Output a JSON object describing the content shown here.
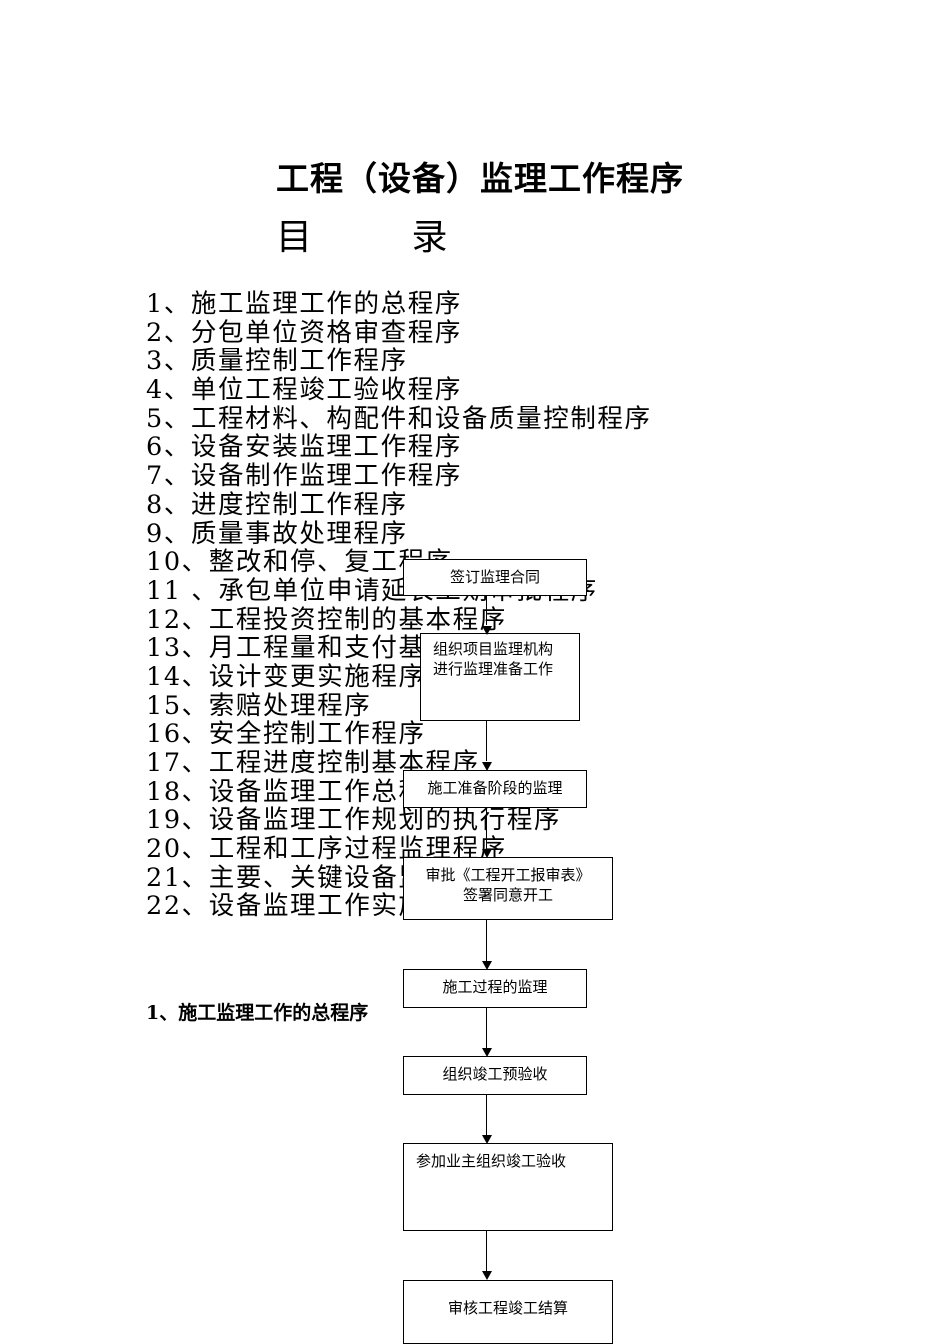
{
  "document": {
    "title": "工程（设备）监理工作程序",
    "subtitle": "目 录"
  },
  "toc": [
    "1、施工监理工作的总程序",
    "2、分包单位资格审查程序",
    "3、质量控制工作程序",
    "4、单位工程竣工验收程序",
    "5、工程材料、构配件和设备质量控制程序",
    "6、设备安装监理工作程序",
    "7、设备制作监理工作程序",
    "8、进度控制工作程序",
    "9、质量事故处理程序",
    "10、整改和停、复工程序",
    "11 、承包单位申请延长工期审批程序",
    "12、工程投资控制的基本程序",
    "13、月工程量和支付基本程序",
    "14、设计变更实施程序",
    "15、索赔处理程序",
    "16、安全控制工作程序",
    "17、工程进度控制基本程序",
    "18、设备监理工作总程序",
    "19、设备监理工作规划的执行程序",
    "20、工程和工序过程监理程序",
    "21、主要、关键设备监理程序",
    "22、设备监理工作实施程序"
  ],
  "section": {
    "heading": "1、施工监理工作的总程序"
  },
  "flowchart": {
    "steps": [
      "签订监理合同",
      "组织项目监理机构\n进行监理准备工作",
      "施工准备阶段的监理",
      "审批《工程开工报审表》\n签署同意开工",
      "施工过程的监理",
      "组织竣工预验收",
      "参加业主组织竣工验收",
      "审核工程竣工结算"
    ]
  }
}
